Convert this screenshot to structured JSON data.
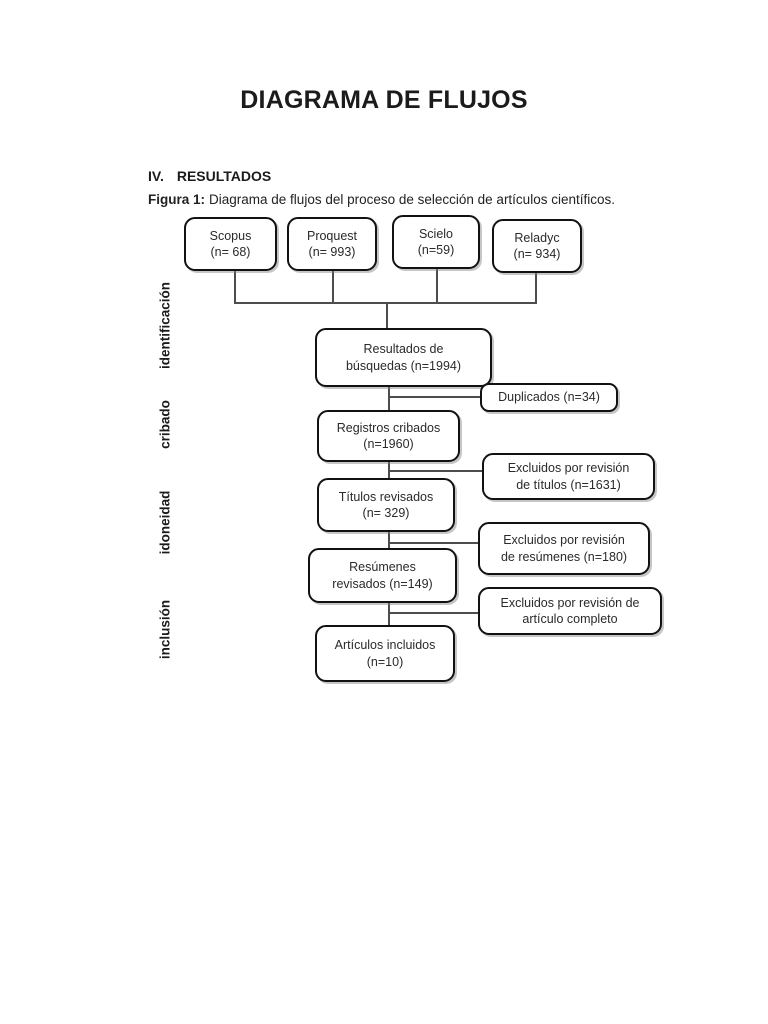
{
  "page": {
    "title": "DIAGRAMA DE FLUJOS",
    "section_number": "IV.",
    "section_title": "RESULTADOS",
    "caption_label": "Figura 1:",
    "caption_text": "Diagrama de flujos del proceso de selección de artículos científicos."
  },
  "stages": [
    {
      "label": "identificación"
    },
    {
      "label": "cribado"
    },
    {
      "label": "idoneidad"
    },
    {
      "label": "inclusión"
    }
  ],
  "diagram": {
    "sources": [
      {
        "name": "Scopus",
        "count": "(n= 68)"
      },
      {
        "name": "Proquest",
        "count": "(n= 993)"
      },
      {
        "name": "Scielo",
        "count": "(n=59)"
      },
      {
        "name": "Reladyc",
        "count": "(n= 934)"
      }
    ],
    "flow": [
      {
        "line1": "Resultados de",
        "line2": "búsquedas (n=1994)"
      },
      {
        "line1": "Registros cribados",
        "line2": "(n=1960)"
      },
      {
        "line1": "Títulos revisados",
        "line2": "(n= 329)"
      },
      {
        "line1": "Resúmenes",
        "line2": "revisados (n=149)"
      },
      {
        "line1": "Artículos incluidos",
        "line2": "(n=10)"
      }
    ],
    "exclusions": [
      {
        "line1": "Duplicados (n=34)",
        "line2": ""
      },
      {
        "line1": "Excluidos por revisión",
        "line2": "de títulos (n=1631)"
      },
      {
        "line1": "Excluidos por revisión",
        "line2": "de resúmenes (n=180)"
      },
      {
        "line1": "Excluidos por revisión de",
        "line2": "artículo completo"
      }
    ],
    "colors": {
      "box_border": "#121212",
      "connector": "#4d4d4d",
      "text": "#2a2a2a"
    }
  }
}
